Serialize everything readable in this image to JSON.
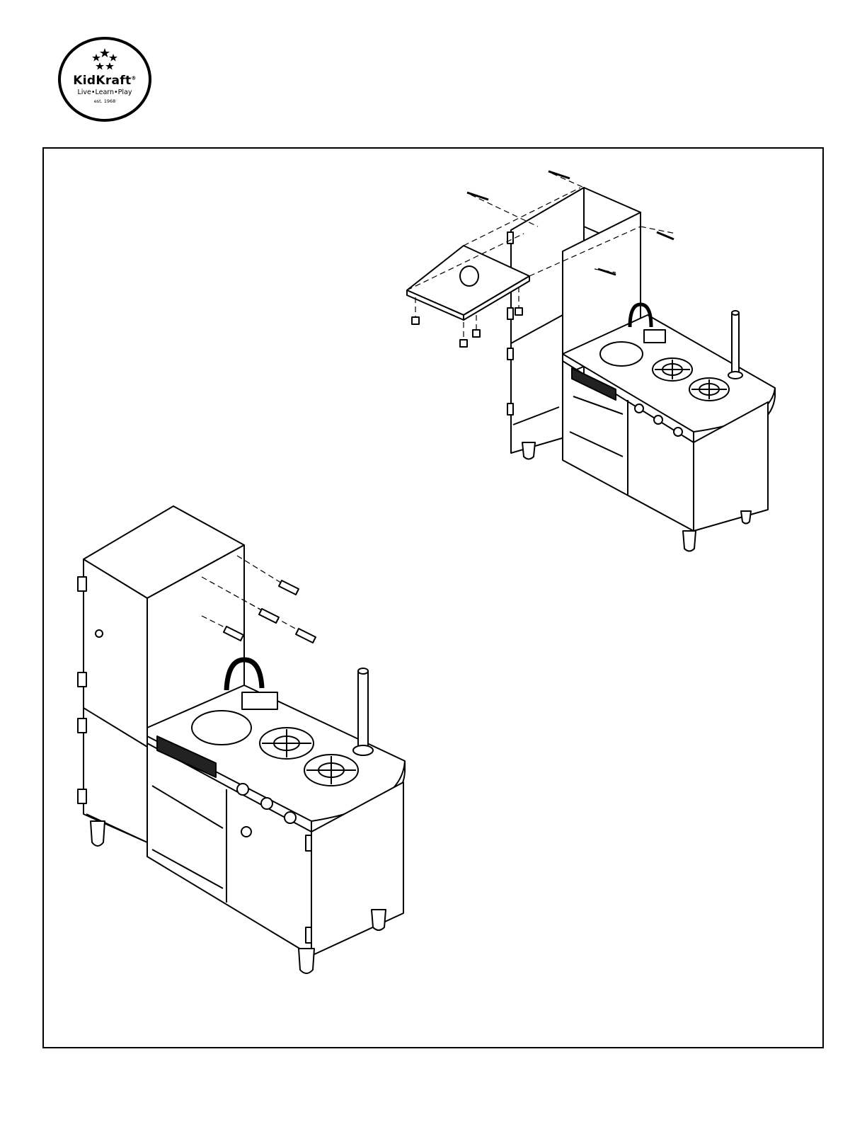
{
  "logo": {
    "brand": "KidKraft",
    "registered_mark": "®",
    "tagline": "Live•Learn•Play",
    "established": "est. 1968"
  },
  "colors": {
    "line": "#000000",
    "background": "#ffffff",
    "vent": "#222222"
  },
  "icons": {
    "logo_stars": "star-icon"
  }
}
